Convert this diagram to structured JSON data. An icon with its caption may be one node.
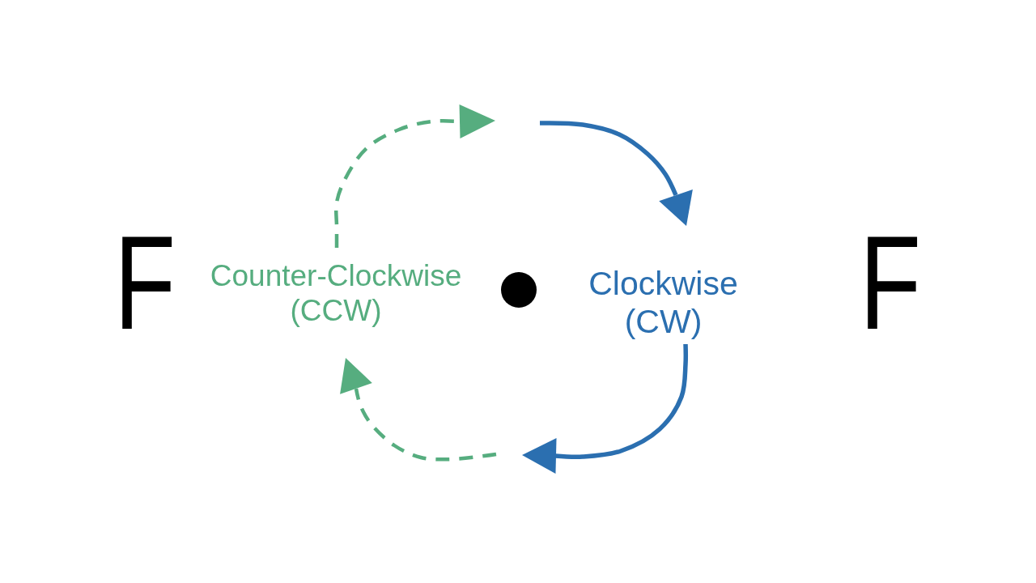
{
  "diagram": {
    "labels": [
      "F",
      "Counter-Clockwise (CCW)",
      "Clockwise (CW)",
      "F"
    ]
  }
}
